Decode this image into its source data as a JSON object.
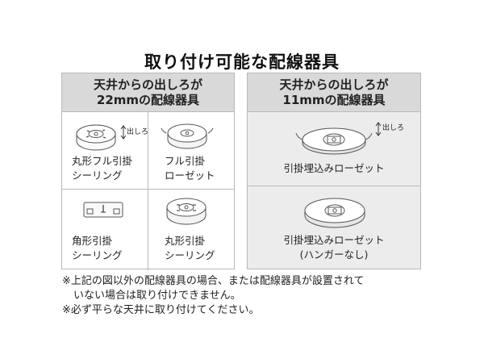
{
  "title": "取り付け可能な配線器具",
  "left_header": {
    "line1": "天井からの出しろが",
    "line2": "22mmの配線器具"
  },
  "right_header": {
    "line1": "天井からの出しろが",
    "line2": "11mmの配線器具"
  },
  "items": [
    {
      "line1": "丸形フル引掛",
      "line2": "シーリング",
      "dim": "出しろ"
    },
    {
      "line1": "フル引掛",
      "line2": "ローゼット"
    },
    {
      "line1": "角形引掛",
      "line2": "シーリング"
    },
    {
      "line1": "丸形引掛",
      "line2": "シーリング"
    },
    {
      "line1": "引掛埋込みローゼット",
      "dim": "出しろ"
    },
    {
      "line1": "引掛埋込みローゼット",
      "line2": "(ハンガーなし)"
    }
  ],
  "notes": [
    "※上記の図以外の配線器具の場合、または配線器具が設置されて",
    "いない場合は取り付けできません。",
    "※必ず平らな天井に取り付けてください。"
  ]
}
